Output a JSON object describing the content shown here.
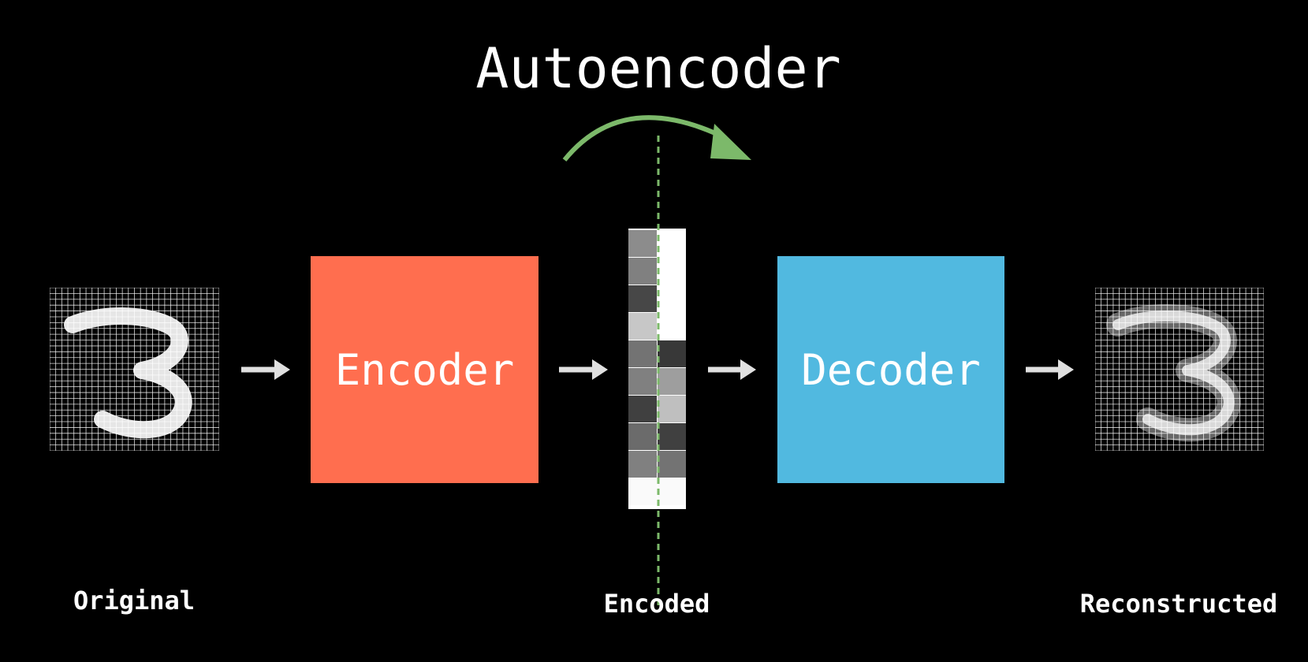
{
  "title": "Autoencoder",
  "encoder": {
    "label": "Encoder",
    "color": "#ff6e4f"
  },
  "decoder": {
    "label": "Decoder",
    "color": "#51b9e0"
  },
  "captions": {
    "original": "Original",
    "encoded": "Encoded",
    "reconstructed": "Reconstructed"
  },
  "accent_color": "#7cb96a",
  "arrow_color": "#e0e0e0",
  "encoded_vector": {
    "left": [
      0.55,
      0.5,
      0.28,
      0.78,
      0.45,
      0.5,
      0.25,
      0.42,
      0.5,
      0.98
    ],
    "right": [
      1.0,
      1.0,
      1.0,
      1.0,
      0.22,
      0.62,
      0.75,
      0.25,
      0.45,
      0.98
    ]
  }
}
